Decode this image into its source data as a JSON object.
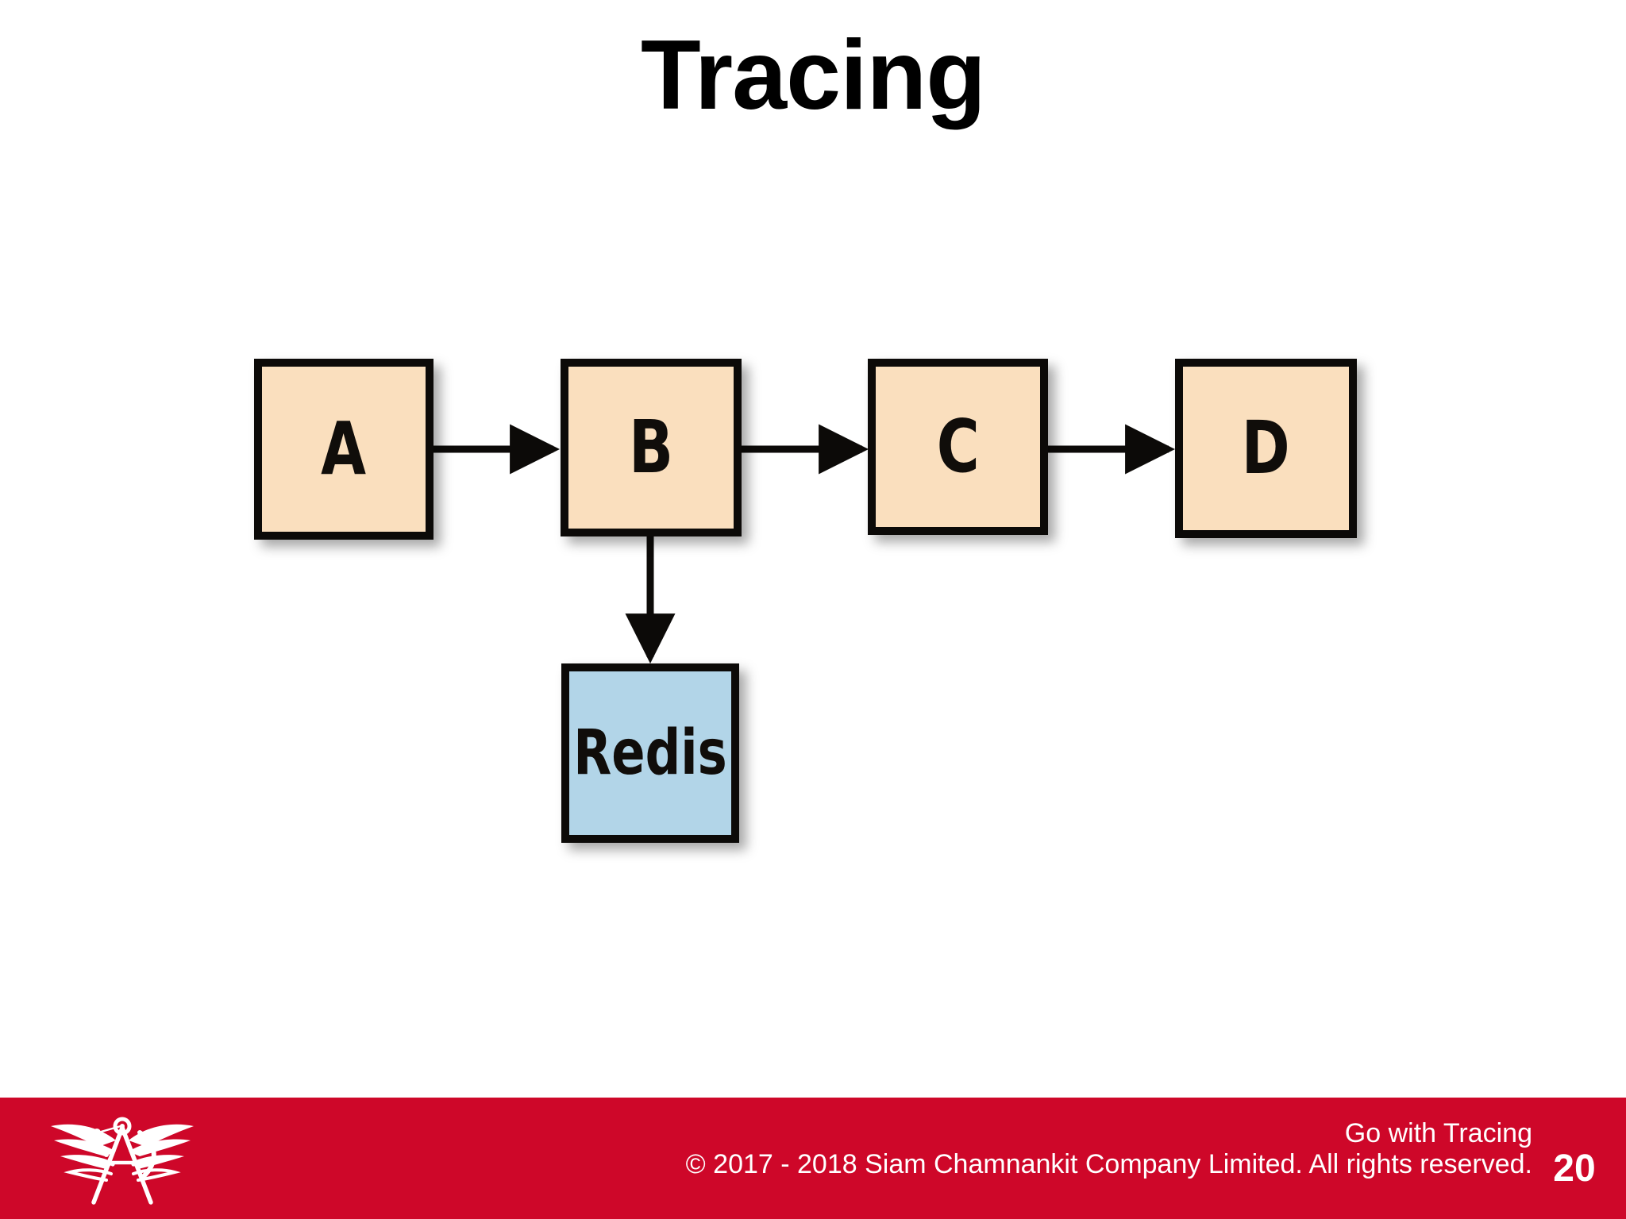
{
  "slide": {
    "title": "Tracing",
    "page_number": "20",
    "background_color": "#ffffff"
  },
  "diagram": {
    "type": "flow",
    "nodes": [
      {
        "id": "a",
        "label": "A",
        "kind": "service",
        "fill": "#fadfbe",
        "stroke": "#0c0a08"
      },
      {
        "id": "b",
        "label": "B",
        "kind": "service",
        "fill": "#fadfbe",
        "stroke": "#0c0a08"
      },
      {
        "id": "c",
        "label": "C",
        "kind": "service",
        "fill": "#fadfbe",
        "stroke": "#0c0a08"
      },
      {
        "id": "d",
        "label": "D",
        "kind": "service",
        "fill": "#fadfbe",
        "stroke": "#0c0a08"
      },
      {
        "id": "redis",
        "label": "Redis",
        "kind": "store",
        "fill": "#b2d5e8",
        "stroke": "#0c0a08"
      }
    ],
    "edges": [
      {
        "from": "a",
        "to": "b",
        "direction": "right",
        "arrow": true
      },
      {
        "from": "b",
        "to": "c",
        "direction": "right",
        "arrow": true
      },
      {
        "from": "c",
        "to": "d",
        "direction": "right",
        "arrow": true
      },
      {
        "from": "b",
        "to": "redis",
        "direction": "down",
        "arrow": true
      }
    ]
  },
  "footer": {
    "bar_color": "#ce0729",
    "text_color": "#ffffff",
    "deck_title": "Go with Tracing",
    "copyright": "© 2017 - 2018 Siam Chamnankit Company Limited. All rights reserved.",
    "page_number": "20",
    "logo_name": "winged-compass-logo"
  }
}
